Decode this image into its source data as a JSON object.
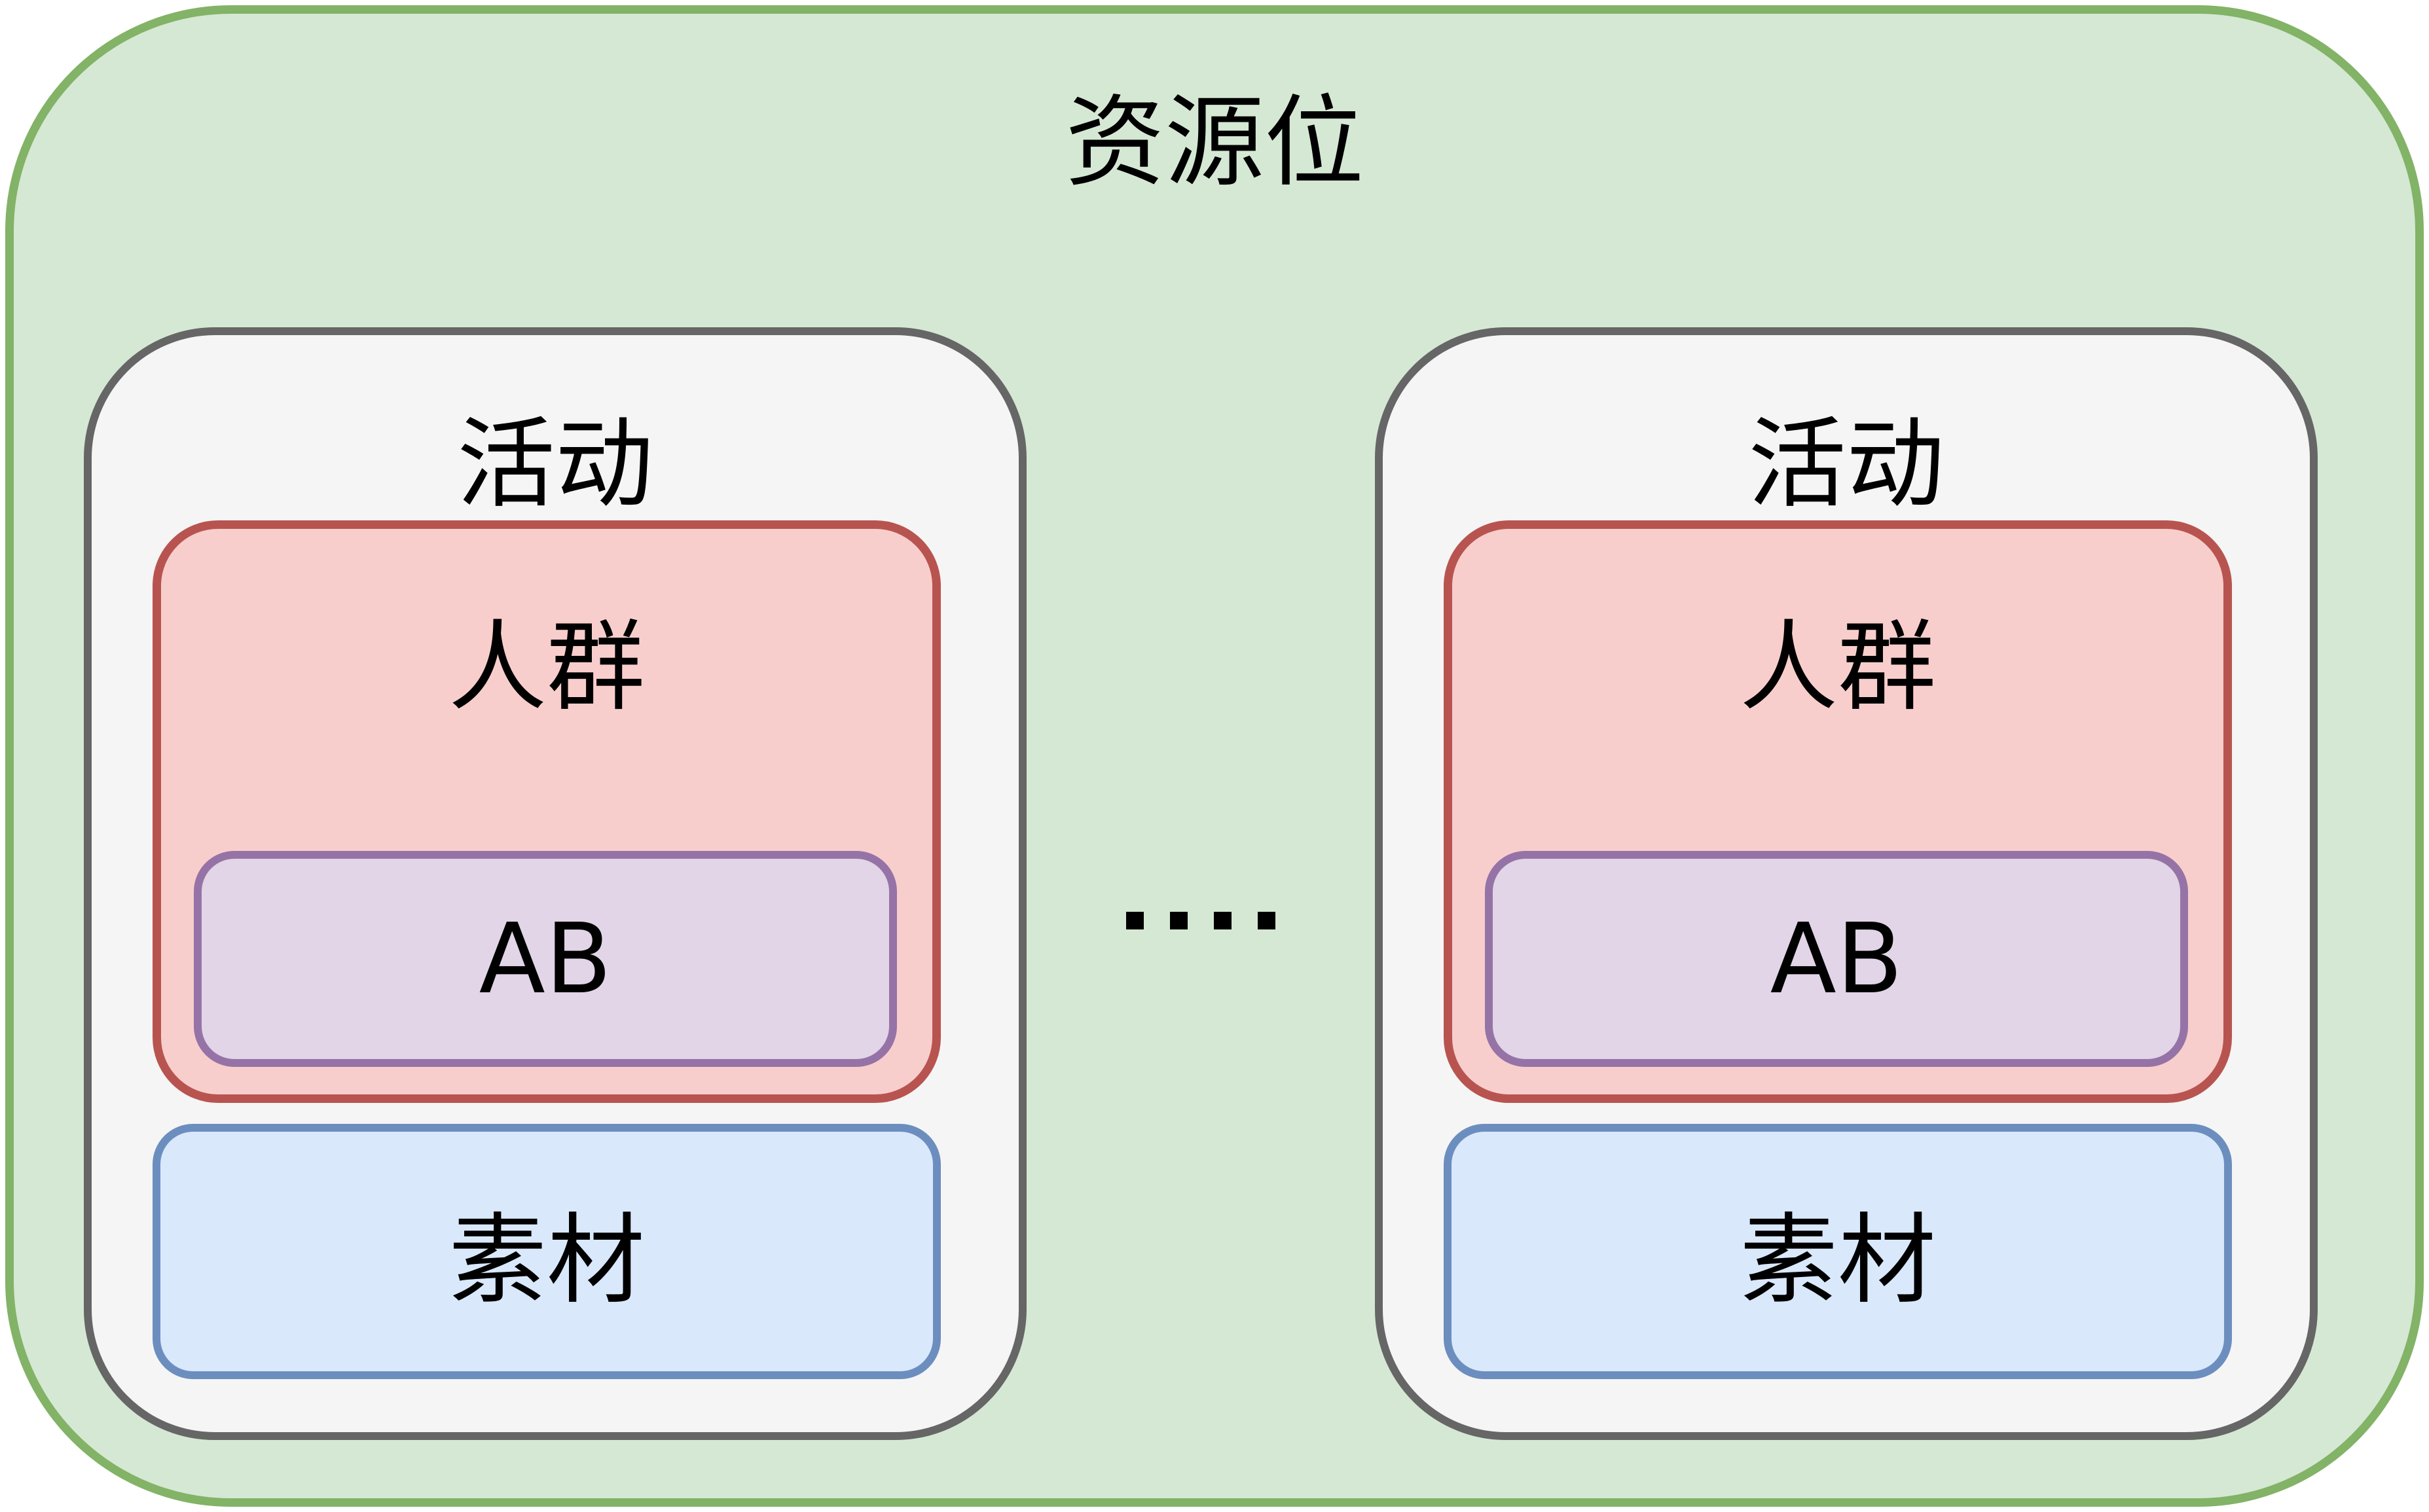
{
  "diagram": {
    "type": "nested-containers",
    "description": "Resource slot containing repeated activity cards"
  },
  "resource": {
    "title": "资源位",
    "fill": "#d5e8d4",
    "border_color": "#82b366"
  },
  "activities": [
    {
      "title": "活动",
      "audience_label": "人群",
      "ab_label": "AB",
      "material_label": "素材"
    },
    {
      "title": "活动",
      "audience_label": "人群",
      "ab_label": "AB",
      "material_label": "素材"
    }
  ],
  "separator": {
    "type": "square-dots-ellipsis",
    "count": 4,
    "color": "#000000",
    "meaning": "more activities"
  },
  "colors": {
    "page_background": "#ffffff",
    "green_fill": "#d5e8d4",
    "green_border": "#82b366",
    "card_fill": "#f5f5f5",
    "card_border": "#666666",
    "audience_fill": "#f8cecc",
    "audience_border": "#b85450",
    "ab_fill": "#e1d5e7",
    "ab_border": "#9673a6",
    "material_fill": "#dae8fc",
    "material_border": "#6c8ebf",
    "text": "#000000"
  }
}
